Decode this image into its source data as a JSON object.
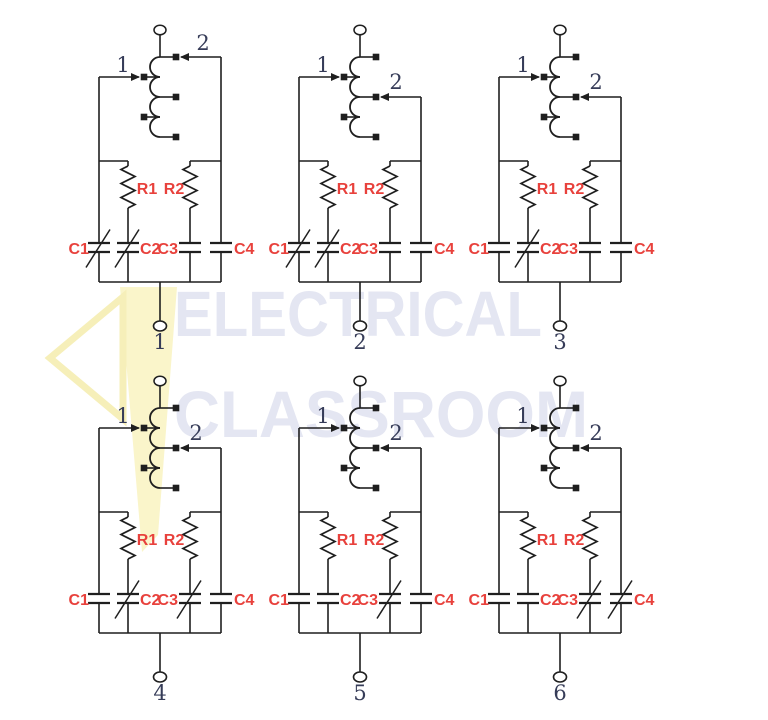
{
  "watermark": {
    "line1": "ELECTRICAL",
    "line2": "CLASSROOM",
    "text_color": "#e4e6f2",
    "logo_band_color": "#faf5ca",
    "logo_triangle_color": "#f6efb9"
  },
  "colors": {
    "background": "#ffffff",
    "wire": "#1f1f1f",
    "component_label": "#e8413c",
    "number_label": "#363c58"
  },
  "circuits": [
    {
      "number": "1",
      "tap1_label": "1",
      "tap2_label": "2",
      "tap2_position": "top",
      "resistors": [
        "R1",
        "R2"
      ],
      "capacitors": [
        {
          "name": "C1",
          "variable": true
        },
        {
          "name": "C2",
          "variable": true
        },
        {
          "name": "C3",
          "variable": false
        },
        {
          "name": "C4",
          "variable": false
        }
      ]
    },
    {
      "number": "2",
      "tap1_label": "1",
      "tap2_label": "2",
      "tap2_position": "middle",
      "resistors": [
        "R1",
        "R2"
      ],
      "capacitors": [
        {
          "name": "C1",
          "variable": true
        },
        {
          "name": "C2",
          "variable": true
        },
        {
          "name": "C3",
          "variable": false
        },
        {
          "name": "C4",
          "variable": false
        }
      ]
    },
    {
      "number": "3",
      "tap1_label": "1",
      "tap2_label": "2",
      "tap2_position": "middle",
      "resistors": [
        "R1",
        "R2"
      ],
      "capacitors": [
        {
          "name": "C1",
          "variable": false
        },
        {
          "name": "C2",
          "variable": true
        },
        {
          "name": "C3",
          "variable": false
        },
        {
          "name": "C4",
          "variable": false
        }
      ]
    },
    {
      "number": "4",
      "tap1_label": "1",
      "tap2_label": "2",
      "tap2_position": "middle",
      "resistors": [
        "R1",
        "R2"
      ],
      "capacitors": [
        {
          "name": "C1",
          "variable": false
        },
        {
          "name": "C2",
          "variable": true
        },
        {
          "name": "C3",
          "variable": true
        },
        {
          "name": "C4",
          "variable": false
        }
      ]
    },
    {
      "number": "5",
      "tap1_label": "1",
      "tap2_label": "2",
      "tap2_position": "middle",
      "resistors": [
        "R1",
        "R2"
      ],
      "capacitors": [
        {
          "name": "C1",
          "variable": false
        },
        {
          "name": "C2",
          "variable": false
        },
        {
          "name": "C3",
          "variable": true
        },
        {
          "name": "C4",
          "variable": false
        }
      ]
    },
    {
      "number": "6",
      "tap1_label": "1",
      "tap2_label": "2",
      "tap2_position": "middle",
      "resistors": [
        "R1",
        "R2"
      ],
      "capacitors": [
        {
          "name": "C1",
          "variable": false
        },
        {
          "name": "C2",
          "variable": false
        },
        {
          "name": "C3",
          "variable": true
        },
        {
          "name": "C4",
          "variable": true
        }
      ]
    }
  ]
}
